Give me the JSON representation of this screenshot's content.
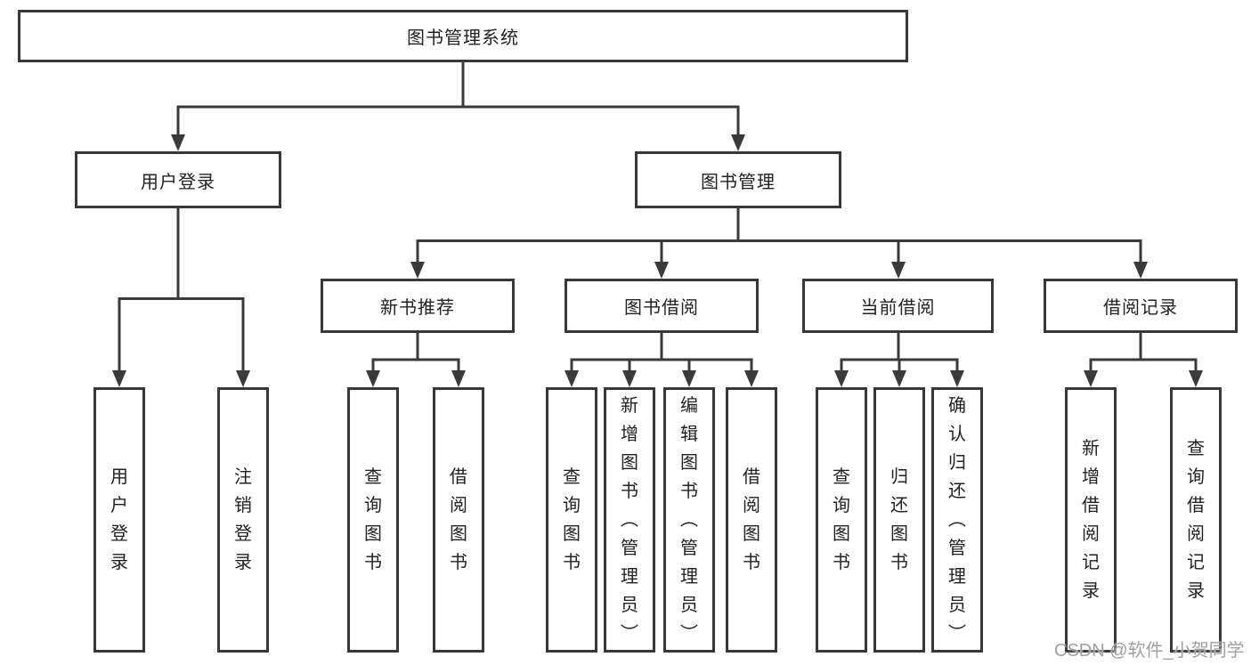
{
  "diagram": {
    "root": "图书管理系统",
    "level2": {
      "user_login": "用户登录",
      "book_management": "图书管理"
    },
    "level3": {
      "new_book_recommend": "新书推荐",
      "book_borrow": "图书借阅",
      "current_borrow": "当前借阅",
      "borrow_records": "借阅记录"
    },
    "leaves": {
      "user_login": [
        "用户登录",
        "注销登录"
      ],
      "new_book_recommend": [
        "查询图书",
        "借阅图书"
      ],
      "book_borrow": [
        "查询图书",
        "新增图书（管理员）",
        "编辑图书（管理员）",
        "借阅图书"
      ],
      "current_borrow": [
        "查询图书",
        "归还图书",
        "确认归还（管理员）"
      ],
      "borrow_records": [
        "新增借阅记录",
        "查询借阅记录"
      ]
    },
    "watermark": "CSDN @软件_小贺同学",
    "colors": {
      "line": "#3a3a3a",
      "box_border": "#383838",
      "text": "#222222",
      "watermark": "#a0a0a0",
      "background": "#ffffff"
    }
  }
}
